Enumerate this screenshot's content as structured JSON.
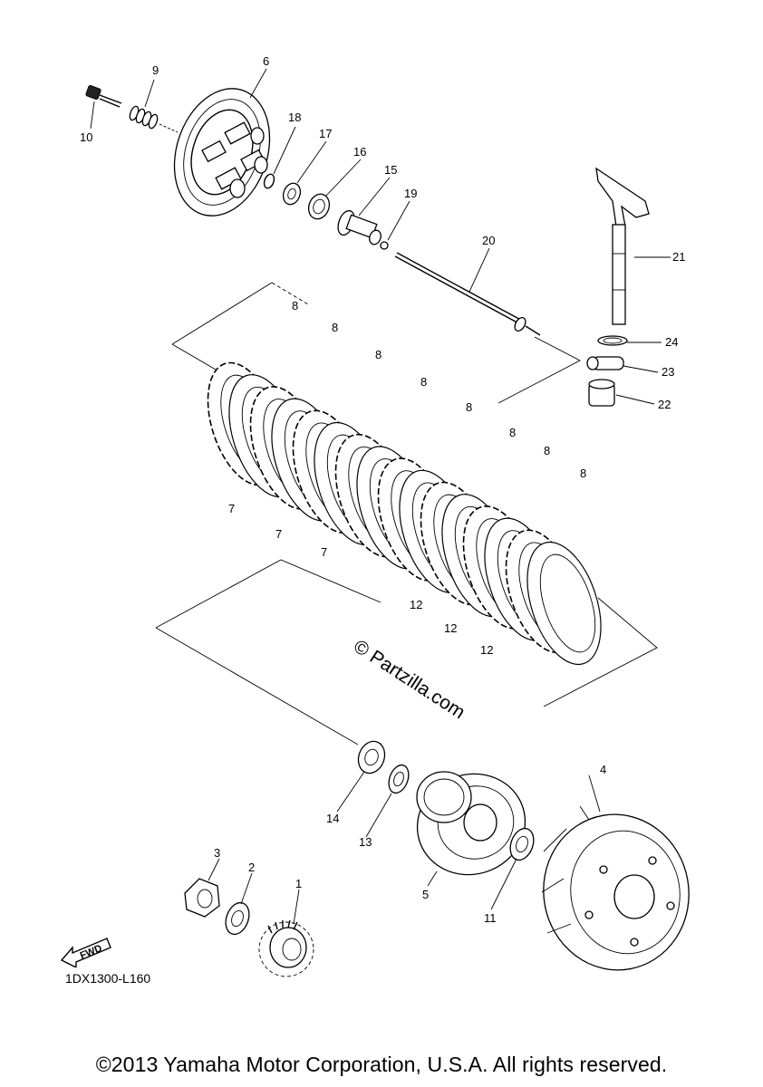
{
  "part_labels": [
    {
      "id": "10",
      "text": "10"
    },
    {
      "id": "9",
      "text": "9"
    },
    {
      "id": "6",
      "text": "6"
    },
    {
      "id": "18",
      "text": "18"
    },
    {
      "id": "17",
      "text": "17"
    },
    {
      "id": "16",
      "text": "16"
    },
    {
      "id": "15",
      "text": "15"
    },
    {
      "id": "19",
      "text": "19"
    },
    {
      "id": "20",
      "text": "20"
    },
    {
      "id": "21",
      "text": "21"
    },
    {
      "id": "24",
      "text": "24"
    },
    {
      "id": "23",
      "text": "23"
    },
    {
      "id": "22",
      "text": "22"
    },
    {
      "id": "8a",
      "text": "8"
    },
    {
      "id": "8b",
      "text": "8"
    },
    {
      "id": "8c",
      "text": "8"
    },
    {
      "id": "8d",
      "text": "8"
    },
    {
      "id": "8e",
      "text": "8"
    },
    {
      "id": "8f",
      "text": "8"
    },
    {
      "id": "8g",
      "text": "8"
    },
    {
      "id": "8h",
      "text": "8"
    },
    {
      "id": "7a",
      "text": "7"
    },
    {
      "id": "7b",
      "text": "7"
    },
    {
      "id": "7c",
      "text": "7"
    },
    {
      "id": "12a",
      "text": "12"
    },
    {
      "id": "12b",
      "text": "12"
    },
    {
      "id": "12c",
      "text": "12"
    },
    {
      "id": "14",
      "text": "14"
    },
    {
      "id": "13",
      "text": "13"
    },
    {
      "id": "4",
      "text": "4"
    },
    {
      "id": "5",
      "text": "5"
    },
    {
      "id": "11",
      "text": "11"
    },
    {
      "id": "3",
      "text": "3"
    },
    {
      "id": "2",
      "text": "2"
    },
    {
      "id": "1",
      "text": "1"
    }
  ],
  "fwd_label": "FWD",
  "diagram_code": "1DX1300-L160",
  "watermark": "© Partzilla.com",
  "copyright": "©2013 Yamaha Motor Corporation, U.S.A. All rights reserved."
}
